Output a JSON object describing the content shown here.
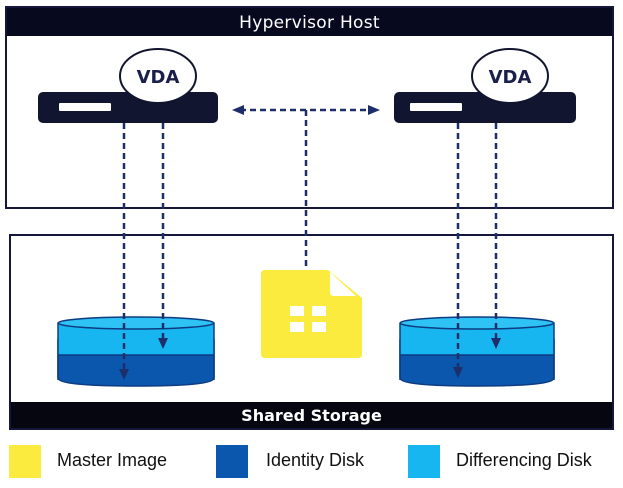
{
  "diagram": {
    "host": {
      "title": "Hypervisor Host"
    },
    "storage": {
      "title": "Shared Storage"
    },
    "vms": [
      {
        "label": "VDA"
      },
      {
        "label": "VDA"
      }
    ],
    "master_image_icon": "file-grid-icon",
    "connections": [
      "VM 1 -> Identity Disk 1",
      "VM 1 -> Differencing Disk 1",
      "VM 2 -> Identity Disk 2",
      "VM 2 -> Differencing Disk 2",
      "Master Image <-> VM 1 and VM 2 (bidirectional)"
    ]
  },
  "legend": [
    {
      "label": "Master Image",
      "color": "#fbeb3f"
    },
    {
      "label": "Identity Disk",
      "color": "#0b57ae"
    },
    {
      "label": "Differencing Disk",
      "color": "#18b6f0"
    }
  ],
  "colors": {
    "dark_navy": "#14163a",
    "arrow": "#1d2e6b",
    "master_image": "#fbeb3f",
    "identity_disk": "#0b57ae",
    "differencing_disk": "#18b6f0"
  }
}
